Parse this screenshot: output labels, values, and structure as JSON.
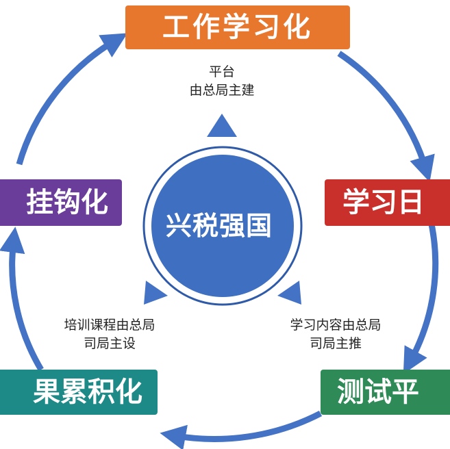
{
  "center": {
    "label": "兴税强国"
  },
  "boxes": {
    "top": {
      "label": "工作学习化",
      "color": "#e8772e"
    },
    "right": {
      "label": "学习日",
      "color": "#c9302c"
    },
    "bottom_right": {
      "label": "测试平",
      "color": "#2e8b57"
    },
    "bottom_left": {
      "label": "果累积化",
      "color": "#1e8a87"
    },
    "left": {
      "label": "挂钩化",
      "color": "#6a3d9a"
    }
  },
  "notes": {
    "top": {
      "line1": "平台",
      "line2": "由总局主建"
    },
    "bottom_left": {
      "line1": "培训课程由总局",
      "line2": "司局主设"
    },
    "bottom_right": {
      "line1": "学习内容由总局",
      "line2": "司局主推"
    }
  },
  "colors": {
    "cycle_arrow": "#4472c4",
    "center_fill": "#3f6fc0",
    "center_ring": "#2f5aa8"
  }
}
